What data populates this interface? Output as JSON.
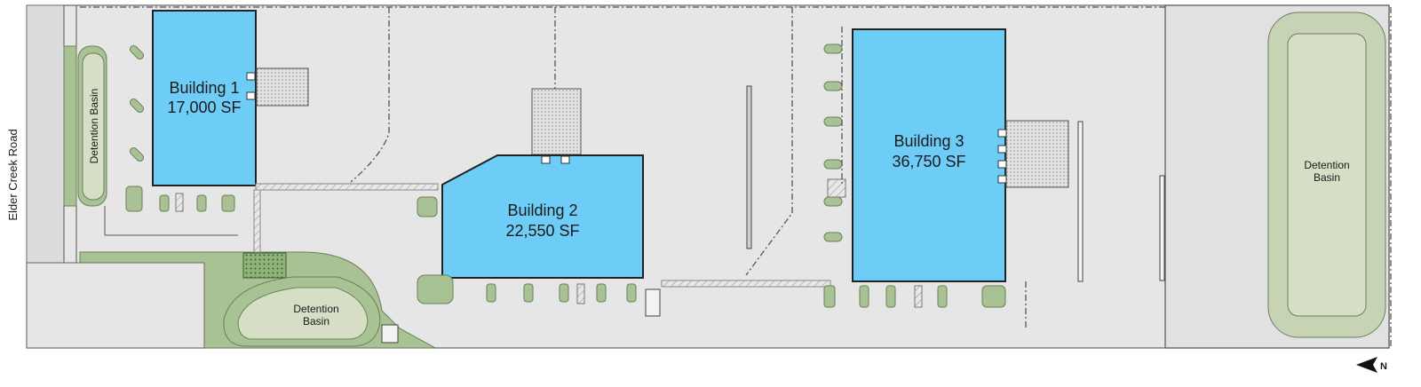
{
  "road": {
    "name": "Elder Creek Road"
  },
  "buildings": [
    {
      "name": "Building 1",
      "area": "17,000 SF"
    },
    {
      "name": "Building 2",
      "area": "22,550 SF"
    },
    {
      "name": "Building 3",
      "area": "36,750 SF"
    }
  ],
  "basins": {
    "left": "Detention Basin",
    "bottom_line1": "Detention",
    "bottom_line2": "Basin",
    "right_line1": "Detention",
    "right_line2": "Basin"
  },
  "north_arrow": {
    "letter": "N"
  },
  "colors": {
    "building_fill": "#6ecdf7",
    "landscape": "#a9c294",
    "basin": "#d6dfc6",
    "paving": "#e6e6e6"
  }
}
